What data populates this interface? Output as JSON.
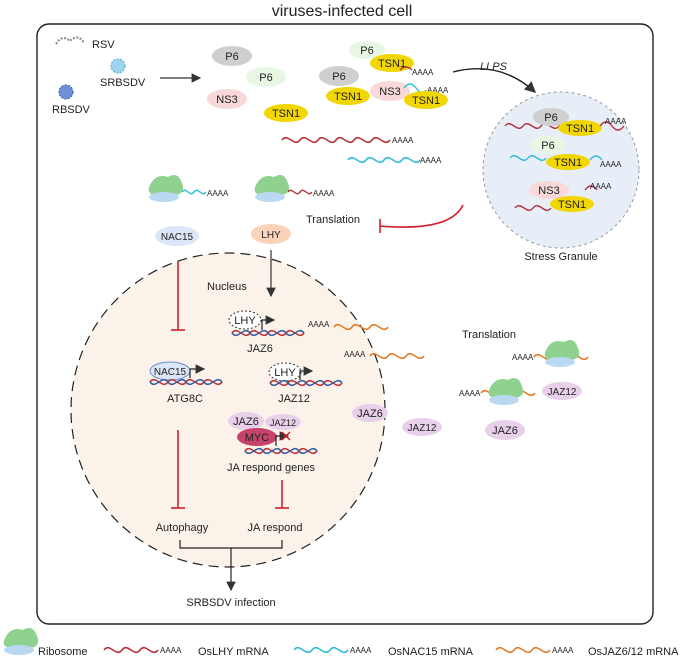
{
  "title": "viruses-infected cell",
  "viruses": {
    "rsv": "RSV",
    "srbsdv": "SRBSDV",
    "rbsdv": "RBSDV"
  },
  "proteins": {
    "p6": "P6",
    "ns3": "NS3",
    "tsn1": "TSN1",
    "nac15": "NAC15",
    "lhy": "LHY",
    "jaz6": "JAZ6",
    "jaz12": "JAZ12",
    "myc": "MYC"
  },
  "polyA": "AAAA",
  "llps": "LLPS",
  "stress_granule": "Stress Granule",
  "translation": "Translation",
  "nucleus": "Nucleus",
  "genes": {
    "jaz6": "JAZ6",
    "jaz12": "JAZ12",
    "atg8c": "ATG8C",
    "ja_respond_genes": "JA respond genes"
  },
  "outcomes": {
    "autophagy": "Autophagy",
    "ja_respond": "JA respond",
    "infection": "SRBSDV infection"
  },
  "legend": {
    "ribosome": "Ribosome",
    "lhy_mrna": "OsLHY mRNA",
    "nac15_mrna": "OsNAC15 mRNA",
    "jaz_mrna": "OsJAZ6/12 mRNA"
  },
  "colors": {
    "lhy_mrna": "#b5303b",
    "nac15_mrna": "#2bbcd6",
    "jaz_mrna": "#e57a24",
    "tsn1": "#f2d600",
    "ribosome": "#8fd18f",
    "inhibit": "#d0202e"
  }
}
